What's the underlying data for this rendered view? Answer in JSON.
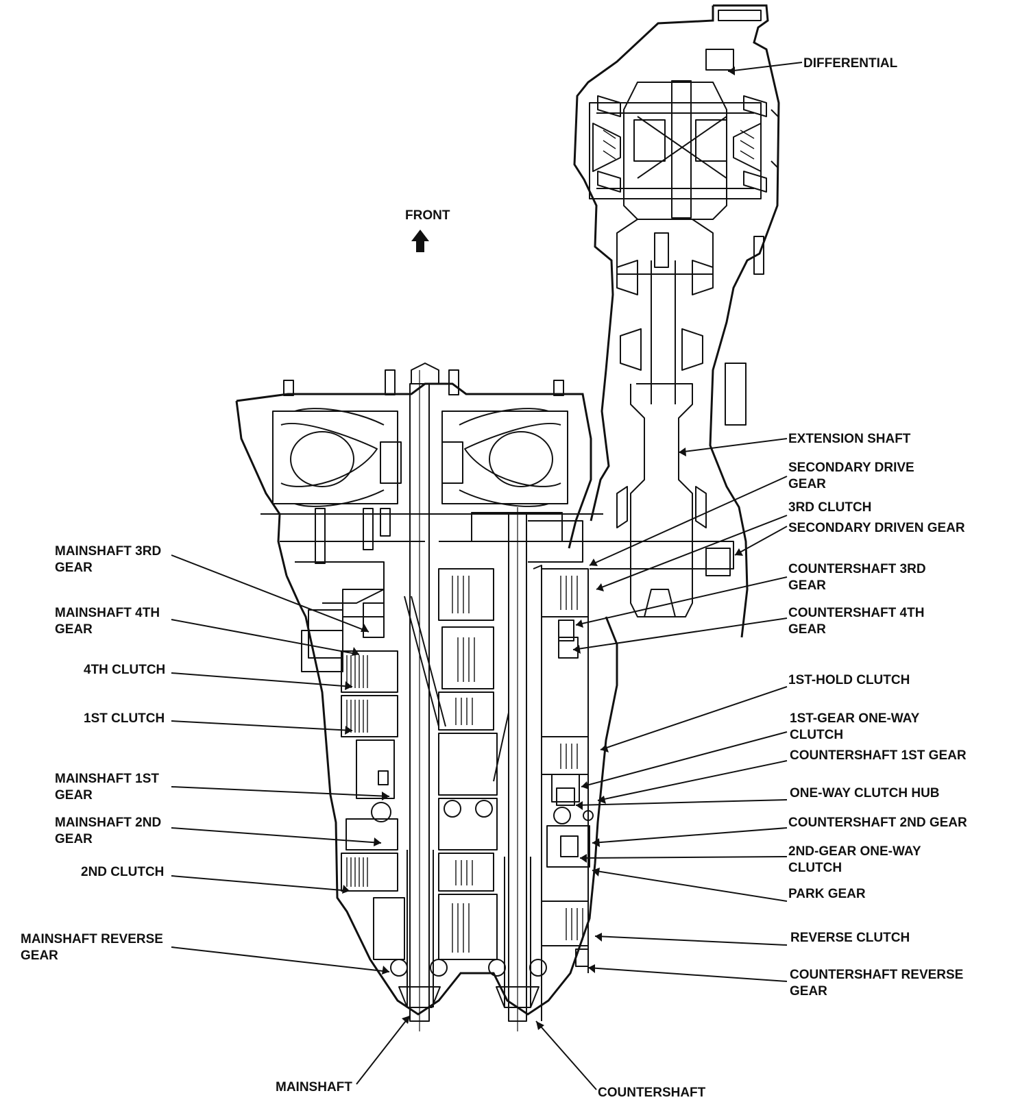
{
  "diagram": {
    "front_label": "FRONT",
    "ink_color": "#111111",
    "background": "#ffffff",
    "labels": {
      "differential": [
        "DIFFERENTIAL"
      ],
      "extension_shaft": [
        "EXTENSION SHAFT"
      ],
      "secondary_drive_gear": [
        "SECONDARY DRIVE",
        "GEAR"
      ],
      "third_clutch": [
        "3RD CLUTCH"
      ],
      "secondary_driven_gear": [
        "SECONDARY DRIVEN GEAR"
      ],
      "countershaft_3rd_gear": [
        "COUNTERSHAFT 3RD",
        "GEAR"
      ],
      "countershaft_4th_gear": [
        "COUNTERSHAFT 4TH",
        "GEAR"
      ],
      "first_hold_clutch": [
        "1ST-HOLD CLUTCH"
      ],
      "first_gear_one_way_clutch": [
        "1ST-GEAR ONE-WAY",
        "CLUTCH"
      ],
      "countershaft_1st_gear": [
        "COUNTERSHAFT 1ST GEAR"
      ],
      "one_way_clutch_hub": [
        "ONE-WAY CLUTCH HUB"
      ],
      "countershaft_2nd_gear": [
        "COUNTERSHAFT 2ND GEAR"
      ],
      "second_gear_one_way_clutch": [
        "2ND-GEAR ONE-WAY",
        "CLUTCH"
      ],
      "park_gear": [
        "PARK GEAR"
      ],
      "reverse_clutch": [
        "REVERSE CLUTCH"
      ],
      "countershaft_reverse_gear": [
        "COUNTERSHAFT REVERSE",
        "GEAR"
      ],
      "mainshaft_3rd_gear": [
        "MAINSHAFT 3RD",
        "GEAR"
      ],
      "mainshaft_4th_gear": [
        "MAINSHAFT 4TH",
        "GEAR"
      ],
      "fourth_clutch": [
        "4TH CLUTCH"
      ],
      "first_clutch": [
        "1ST CLUTCH"
      ],
      "mainshaft_1st_gear": [
        "MAINSHAFT 1ST",
        "GEAR"
      ],
      "mainshaft_2nd_gear": [
        "MAINSHAFT 2ND",
        "GEAR"
      ],
      "second_clutch": [
        "2ND CLUTCH"
      ],
      "mainshaft_reverse_gear": [
        "MAINSHAFT REVERSE",
        "GEAR"
      ],
      "mainshaft": [
        "MAINSHAFT"
      ],
      "countershaft": [
        "COUNTERSHAFT"
      ]
    }
  }
}
